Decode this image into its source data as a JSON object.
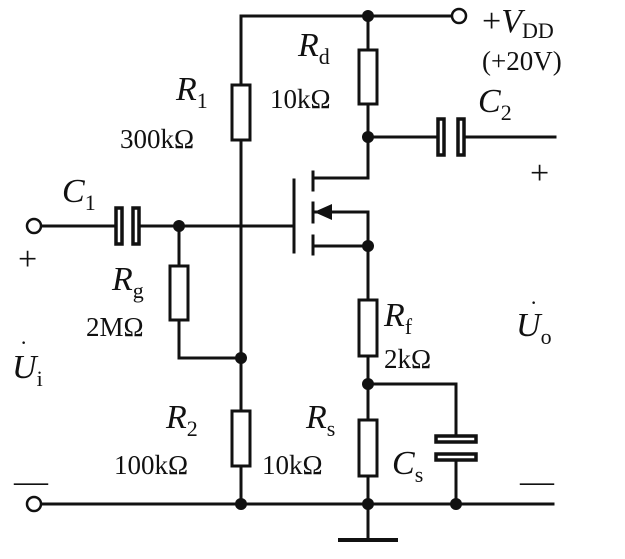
{
  "supply": {
    "label_prefix": "+",
    "symbol": "V",
    "subscript": "DD",
    "value": "(+20V)"
  },
  "resistors": {
    "r1": {
      "symbol": "R",
      "subscript": "1",
      "value": "300kΩ"
    },
    "r2": {
      "symbol": "R",
      "subscript": "2",
      "value": "100kΩ"
    },
    "rd": {
      "symbol": "R",
      "subscript": "d",
      "value": "10kΩ"
    },
    "rg": {
      "symbol": "R",
      "subscript": "g",
      "value": "2MΩ"
    },
    "rf": {
      "symbol": "R",
      "subscript": "f",
      "value": "2kΩ"
    },
    "rs": {
      "symbol": "R",
      "subscript": "s",
      "value": "10kΩ"
    }
  },
  "capacitors": {
    "c1": {
      "symbol": "C",
      "subscript": "1"
    },
    "c2": {
      "symbol": "C",
      "subscript": "2"
    },
    "cs": {
      "symbol": "C",
      "subscript": "s"
    }
  },
  "ports": {
    "input": {
      "symbol": "U",
      "subscript": "i",
      "plus": "+",
      "minus": "—"
    },
    "output": {
      "symbol": "U",
      "subscript": "o",
      "plus": "+",
      "minus": "—"
    }
  }
}
